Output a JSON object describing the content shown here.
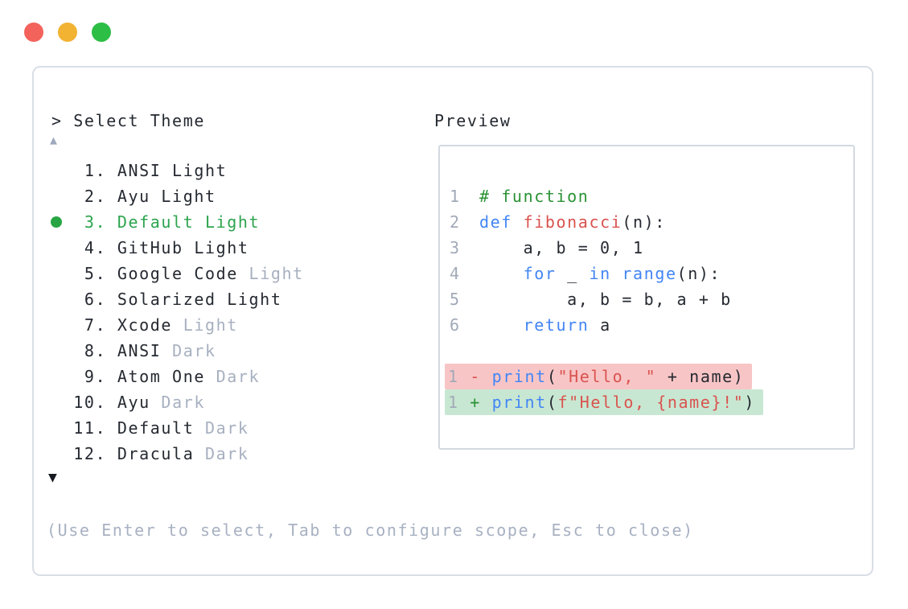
{
  "window": {
    "controls": {
      "close_label": "close",
      "minimize_label": "minimize",
      "maximize_label": "maximize"
    }
  },
  "theme_picker": {
    "prompt": "> Select Theme",
    "scroll_up_icon": "▲",
    "scroll_down_icon": "▼",
    "items": [
      {
        "number": 1,
        "main": "ANSI Light",
        "suffix": "",
        "selected": false
      },
      {
        "number": 2,
        "main": "Ayu Light",
        "suffix": "",
        "selected": false
      },
      {
        "number": 3,
        "main": "Default Light",
        "suffix": "",
        "selected": true
      },
      {
        "number": 4,
        "main": "GitHub Light",
        "suffix": "",
        "selected": false
      },
      {
        "number": 5,
        "main": "Google Code",
        "suffix": "Light",
        "selected": false
      },
      {
        "number": 6,
        "main": "Solarized Light",
        "suffix": "",
        "selected": false
      },
      {
        "number": 7,
        "main": "Xcode",
        "suffix": "Light",
        "selected": false
      },
      {
        "number": 8,
        "main": "ANSI",
        "suffix": "Dark",
        "selected": false
      },
      {
        "number": 9,
        "main": "Atom One",
        "suffix": "Dark",
        "selected": false
      },
      {
        "number": 10,
        "main": "Ayu",
        "suffix": "Dark",
        "selected": false
      },
      {
        "number": 11,
        "main": "Default",
        "suffix": "Dark",
        "selected": false
      },
      {
        "number": 12,
        "main": "Dracula",
        "suffix": "Dark",
        "selected": false
      }
    ],
    "hint": "(Use Enter to select, Tab to configure scope, Esc to close)"
  },
  "preview": {
    "title": "Preview",
    "code_lines": [
      {
        "num": "1",
        "tokens": [
          {
            "t": "# function",
            "c": "com"
          }
        ]
      },
      {
        "num": "2",
        "tokens": [
          {
            "t": "def",
            "c": "kw"
          },
          {
            "t": " ",
            "c": "plain"
          },
          {
            "t": "fibonacci",
            "c": "fn"
          },
          {
            "t": "(n):",
            "c": "plain"
          }
        ]
      },
      {
        "num": "3",
        "tokens": [
          {
            "t": "    a, b = 0, 1",
            "c": "plain"
          }
        ]
      },
      {
        "num": "4",
        "tokens": [
          {
            "t": "    ",
            "c": "plain"
          },
          {
            "t": "for",
            "c": "kw"
          },
          {
            "t": " _ ",
            "c": "plain"
          },
          {
            "t": "in",
            "c": "kw"
          },
          {
            "t": " ",
            "c": "plain"
          },
          {
            "t": "range",
            "c": "kw"
          },
          {
            "t": "(n):",
            "c": "plain"
          }
        ]
      },
      {
        "num": "5",
        "tokens": [
          {
            "t": "        a, b = b, a + b",
            "c": "plain"
          }
        ]
      },
      {
        "num": "6",
        "tokens": [
          {
            "t": "    ",
            "c": "plain"
          },
          {
            "t": "return",
            "c": "kw"
          },
          {
            "t": " a",
            "c": "plain"
          }
        ]
      }
    ],
    "diff_lines": [
      {
        "num": "1",
        "sign": "-",
        "type": "removed",
        "tokens": [
          {
            "t": "print",
            "c": "kw"
          },
          {
            "t": "(",
            "c": "plain"
          },
          {
            "t": "\"Hello, \"",
            "c": "str"
          },
          {
            "t": " + name)",
            "c": "plain"
          }
        ]
      },
      {
        "num": "1",
        "sign": "+",
        "type": "added",
        "tokens": [
          {
            "t": "print",
            "c": "kw"
          },
          {
            "t": "(",
            "c": "plain"
          },
          {
            "t": "f\"Hello, {name}!\"",
            "c": "str"
          },
          {
            "t": ")",
            "c": "plain"
          }
        ]
      }
    ]
  },
  "colors": {
    "selected_green": "#2da44e",
    "keyword_blue": "#4285f4",
    "function_red": "#d9534f",
    "string_red": "#d9534f",
    "comment_green": "#2a9235",
    "muted_gray": "#a7b0c0",
    "diff_removed_bg": "#f8c5c6",
    "diff_added_bg": "#c8e7d2",
    "traffic_red": "#f3635c",
    "traffic_yellow": "#f2b232",
    "traffic_green": "#2dbe45",
    "panel_border": "#d9dee6"
  }
}
